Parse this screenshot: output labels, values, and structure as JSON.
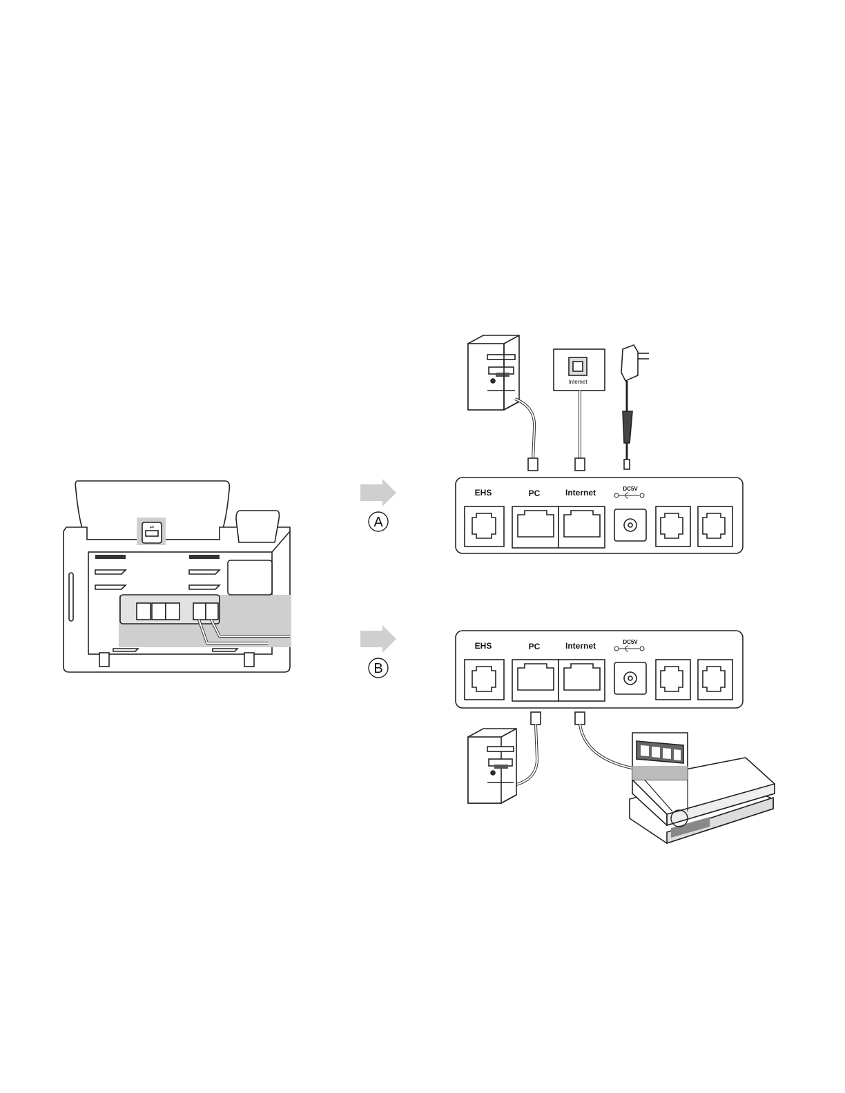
{
  "panel_a": {
    "marker": "A",
    "ports": {
      "ehs": "EHS",
      "pc": "PC",
      "internet": "Internet",
      "dc": "DC5V"
    },
    "wall_jack_label": "Internet"
  },
  "panel_b": {
    "marker": "B",
    "ports": {
      "ehs": "EHS",
      "pc": "PC",
      "internet": "Internet",
      "dc": "DC5V"
    }
  },
  "colors": {
    "line": "#222222",
    "shade": "#cccccc",
    "arrow": "#cfcfcf",
    "dark": "#555555"
  }
}
